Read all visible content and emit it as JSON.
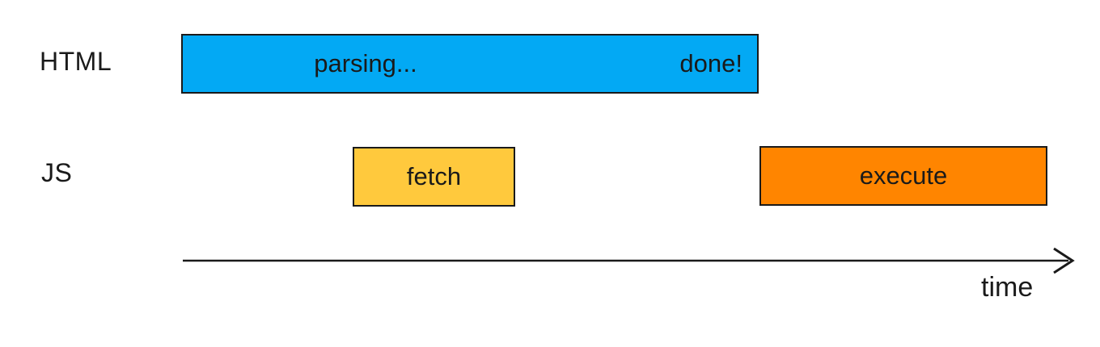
{
  "rows": [
    {
      "label": "HTML"
    },
    {
      "label": "JS"
    }
  ],
  "bars": {
    "parsing": {
      "text_left": "parsing...",
      "text_right": "done!",
      "color": "#03a9f4"
    },
    "fetch": {
      "text": "fetch",
      "color": "#ffc93d"
    },
    "execute": {
      "text": "execute",
      "color": "#ff8500"
    }
  },
  "axis": {
    "label": "time",
    "line_color": "#1a1a1a"
  },
  "colors": {
    "background": "#ffffff",
    "border": "#1a1a1a",
    "text": "#1a1a1a"
  }
}
